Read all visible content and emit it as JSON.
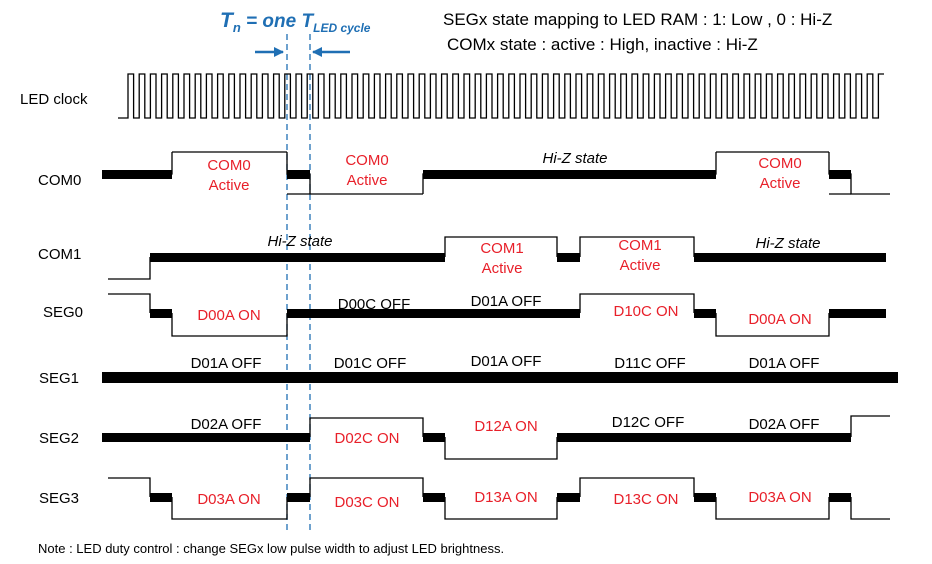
{
  "header": {
    "tn_main": "T",
    "tn_sub": "n",
    "tn_mid": " = one T",
    "tn_sub2": "LED cycle",
    "line1": "SEGx state mapping to LED RAM : 1: Low , 0 : Hi-Z",
    "line2": "COMx state : active : High, inactive : Hi-Z"
  },
  "signals": [
    {
      "id": "led-clock",
      "label": "LED clock"
    },
    {
      "id": "com0",
      "label": "COM0"
    },
    {
      "id": "com1",
      "label": "COM1"
    },
    {
      "id": "seg0",
      "label": "SEG0"
    },
    {
      "id": "seg1",
      "label": "SEG1"
    },
    {
      "id": "seg2",
      "label": "SEG2"
    },
    {
      "id": "seg3",
      "label": "SEG3"
    }
  ],
  "states": {
    "com0": [
      "COM0",
      "Active",
      "COM0",
      "Active",
      "Hi-Z state",
      "COM0",
      "Active"
    ],
    "com1": [
      "Hi-Z state",
      "COM1",
      "Active",
      "COM1",
      "Active",
      "Hi-Z state"
    ],
    "seg0": [
      "D00A ON",
      "D00C OFF",
      "D01A OFF",
      "D10C ON",
      "D00A ON"
    ],
    "seg1": [
      "D01A OFF",
      "D01C OFF",
      "D01A OFF",
      "D11C OFF",
      "D01A OFF"
    ],
    "seg2": [
      "D02A OFF",
      "D02C ON",
      "D12A ON",
      "D12C OFF",
      "D02A OFF"
    ],
    "seg3": [
      "D03A ON",
      "D03C ON",
      "D13A ON",
      "D13C ON",
      "D03A ON"
    ]
  },
  "note": "Note : LED duty control : change SEGx low pulse width to adjust LED brightness.",
  "colors": {
    "active_text": "#e8202a",
    "marker": "#1f6fb4",
    "line": "#000000"
  }
}
